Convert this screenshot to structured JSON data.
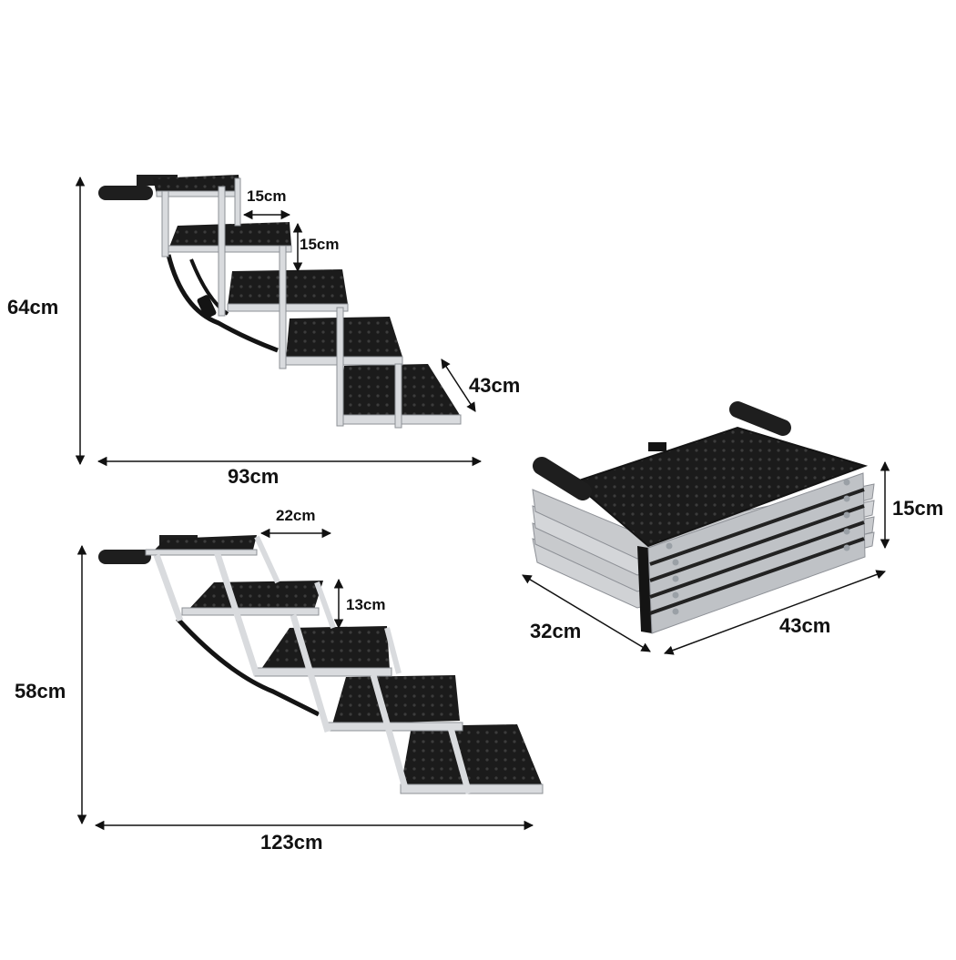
{
  "stairs_tall": {
    "height_label": "64cm",
    "length_label": "93cm",
    "step_depth_label": "15cm",
    "step_rise_label": "15cm",
    "width_label": "43cm"
  },
  "stairs_long": {
    "height_label": "58cm",
    "length_label": "123cm",
    "step_depth_label": "22cm",
    "step_rise_label": "13cm"
  },
  "folded": {
    "height_label": "15cm",
    "depth_label": "32cm",
    "width_label": "43cm"
  },
  "colors": {
    "tread": "#1b1b1b",
    "tread_dot": "#3a3a3a",
    "frame": "#d9dbde",
    "frame_edge": "#8d9096",
    "handle": "#1e1e1e",
    "strap": "#141414",
    "dimension_line": "#111111"
  }
}
